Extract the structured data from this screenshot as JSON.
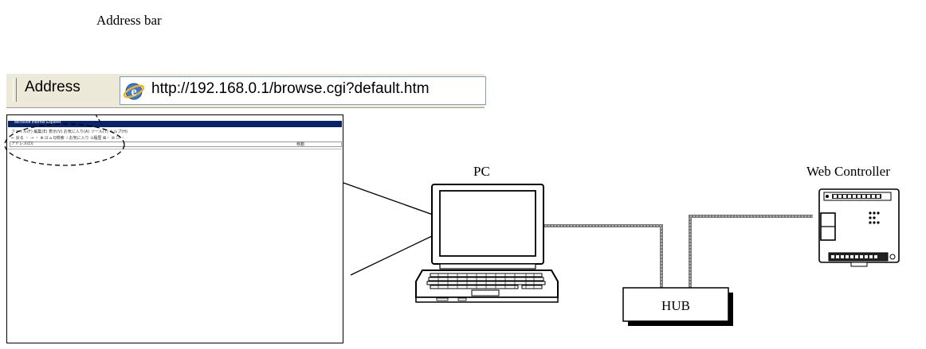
{
  "labels": {
    "address_bar": "Address bar",
    "pc": "PC",
    "web_controller": "Web Controller",
    "hub": "HUB"
  },
  "address_zoom": {
    "label": "Address",
    "url": "http://192.168.0.1/browse.cgi?default.htm"
  },
  "browser": {
    "title": "Microsoft Internet Explorer",
    "menu": "ファイル(F)  編集(E)  表示(V)  お気に入り(A)  ツール(T)  ヘルプ(H)",
    "toolbar": "← 戻る ・ → ・ ⊗ ⊡ ⌂  Q検索  ☆お気に入り  ⊙履歴  ⊠・ ⊜ ☐ ・",
    "address": "アドレス(D)",
    "go": "移動"
  },
  "colors": {
    "cable": "#666666",
    "title_bar": "#0a246a",
    "toolbar_bg": "#ece9d8"
  }
}
